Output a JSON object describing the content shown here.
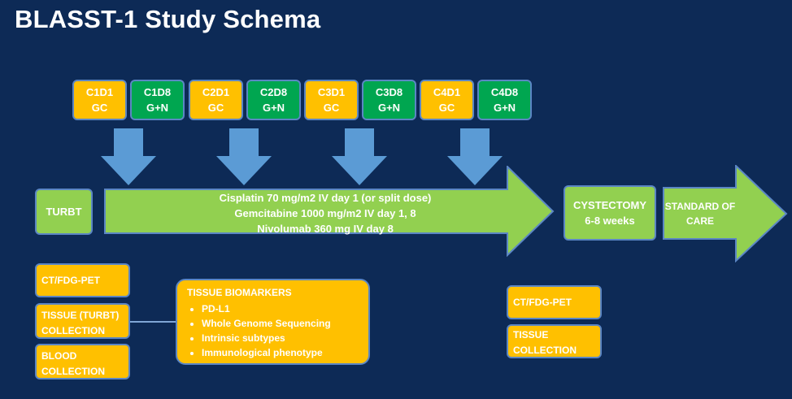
{
  "title": "BLASST-1 Study Schema",
  "cycles": [
    {
      "day": "C1D1",
      "regimen": "GC",
      "color": "#ffc000"
    },
    {
      "day": "C1D8",
      "regimen": "G+N",
      "color": "#00a650"
    },
    {
      "day": "C2D1",
      "regimen": "GC",
      "color": "#ffc000"
    },
    {
      "day": "C2D8",
      "regimen": "G+N",
      "color": "#00a650"
    },
    {
      "day": "C3D1",
      "regimen": "GC",
      "color": "#ffc000"
    },
    {
      "day": "C3D8",
      "regimen": "G+N",
      "color": "#00a650"
    },
    {
      "day": "C4D1",
      "regimen": "GC",
      "color": "#ffc000"
    },
    {
      "day": "C4D8",
      "regimen": "G+N",
      "color": "#00a650"
    }
  ],
  "turbt": "TURBT",
  "treatment": {
    "line1": "Cisplatin 70 mg/m2 IV day 1 (or split dose)",
    "line2": "Gemcitabine 1000 mg/m2 IV day 1, 8",
    "line3": "Nivolumab 360 mg IV day 8"
  },
  "cystectomy": {
    "line1": "CYSTECTOMY",
    "line2": "6-8 weeks"
  },
  "standard_of_care": {
    "line1": "STANDARD OF",
    "line2": "CARE"
  },
  "pre": {
    "ct": "CT/FDG-PET",
    "tissue_line1": "TISSUE (TURBT)",
    "tissue_line2": "COLLECTION",
    "blood_line1": "BLOOD",
    "blood_line2": "COLLECTION"
  },
  "biomarkers": {
    "heading": "TISSUE BIOMARKERS",
    "items": [
      "PD-L1",
      "Whole Genome Sequencing",
      "Intrinsic subtypes",
      "Immunological phenotype"
    ]
  },
  "post": {
    "ct": "CT/FDG-PET",
    "tissue_line1": "TISSUE",
    "tissue_line2": "COLLECTION"
  },
  "colors": {
    "background": "#0d2a56",
    "yellow": "#ffc000",
    "green": "#00a650",
    "light_green": "#92d050",
    "arrow_blue": "#5b9bd5"
  }
}
